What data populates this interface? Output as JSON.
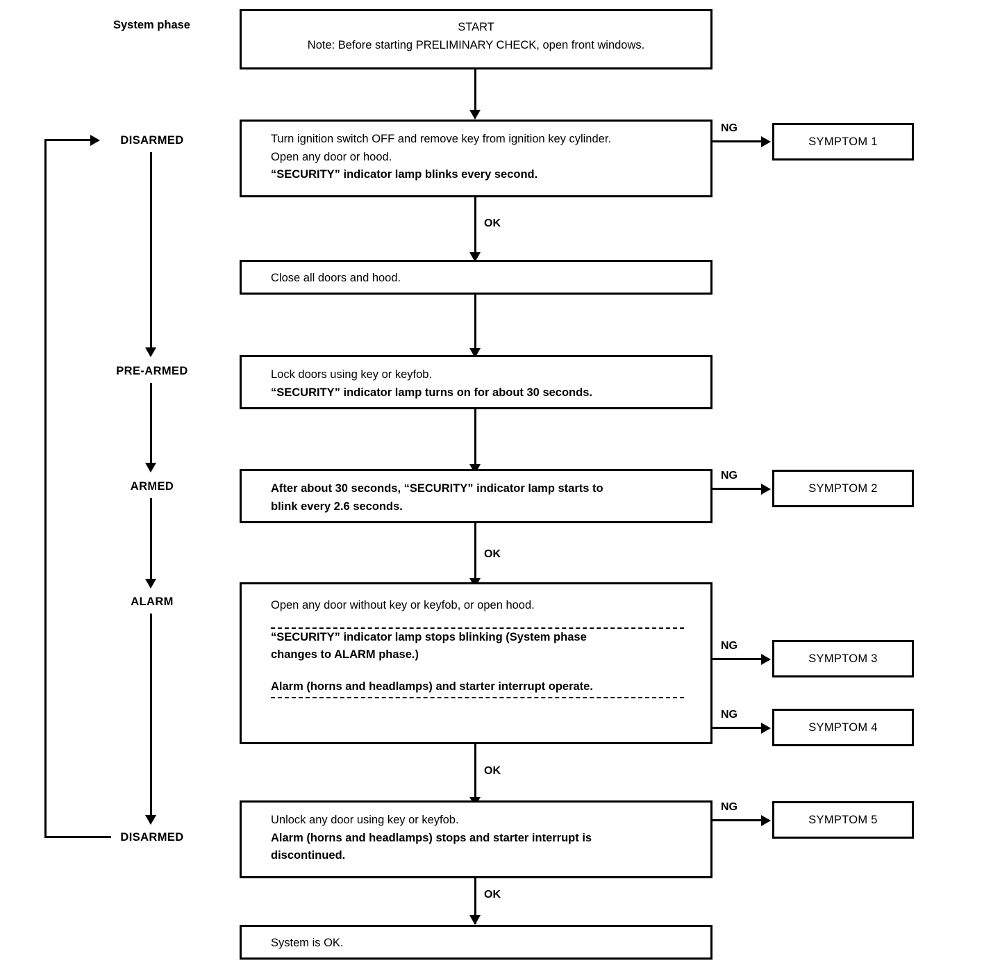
{
  "diagram": {
    "header": {
      "system_phase_label": "System phase"
    },
    "phases": [
      {
        "id": "disarmed-top",
        "label": "DISARMED"
      },
      {
        "id": "pre-armed",
        "label": "PRE-ARMED"
      },
      {
        "id": "armed",
        "label": "ARMED"
      },
      {
        "id": "alarm",
        "label": "ALARM"
      },
      {
        "id": "disarmed-bottom",
        "label": "DISARMED"
      }
    ],
    "nodes": {
      "start": {
        "lines": [
          {
            "text": "START",
            "bold": false
          },
          {
            "text": "Note: Before starting PRELIMINARY CHECK, open front windows.",
            "bold": false
          }
        ]
      },
      "step1": {
        "lines": [
          {
            "text": "Turn ignition switch OFF and remove key from ignition key cylinder.",
            "bold": false
          },
          {
            "text": "Open any door or hood.",
            "bold": false
          },
          {
            "text": "“SECURITY” indicator lamp blinks every second.",
            "bold": true
          }
        ]
      },
      "step2": {
        "lines": [
          {
            "text": "Close all doors and hood.",
            "bold": false
          }
        ]
      },
      "step3": {
        "lines": [
          {
            "text": "Lock doors using key or keyfob.",
            "bold": false
          },
          {
            "text": "“SECURITY” indicator lamp turns on for about 30 seconds.",
            "bold": true
          }
        ]
      },
      "step4": {
        "lines": [
          {
            "text": "After about 30 seconds, “SECURITY” indicator lamp starts to",
            "bold": true
          },
          {
            "text": "blink every 2.6 seconds.",
            "bold": true
          }
        ]
      },
      "step5": {
        "sections": [
          {
            "lines": [
              {
                "text": "Open any door without key or keyfob, or open hood.",
                "bold": false
              }
            ]
          },
          {
            "lines": [
              {
                "text": "“SECURITY” indicator lamp stops blinking (System phase",
                "bold": true
              },
              {
                "text": "changes to ALARM phase.)",
                "bold": true
              }
            ]
          },
          {
            "lines": [
              {
                "text": "Alarm (horns and headlamps) and starter interrupt operate.",
                "bold": true
              }
            ]
          }
        ]
      },
      "step6": {
        "lines": [
          {
            "text": "Unlock any door using key or keyfob.",
            "bold": false
          },
          {
            "text": "Alarm (horns and headlamps) stops and starter interrupt is",
            "bold": true
          },
          {
            "text": "discontinued.",
            "bold": true
          }
        ]
      },
      "end": {
        "lines": [
          {
            "text": "System is OK.",
            "bold": false
          }
        ]
      }
    },
    "symptoms": [
      {
        "id": "symptom-1",
        "label": "SYMPTOM 1"
      },
      {
        "id": "symptom-2",
        "label": "SYMPTOM 2"
      },
      {
        "id": "symptom-3",
        "label": "SYMPTOM 3"
      },
      {
        "id": "symptom-4",
        "label": "SYMPTOM 4"
      },
      {
        "id": "symptom-5",
        "label": "SYMPTOM 5"
      }
    ],
    "edge_labels": {
      "ok": "OK",
      "ng": "NG",
      "ok_1": "OK",
      "ok_2": "OK",
      "ok_3": "OK",
      "ok_4": "OK",
      "ng_1": "NG",
      "ng_2": "NG",
      "ng_3": "NG",
      "ng_4": "NG",
      "ng_5": "NG"
    },
    "colors": {
      "stroke": "#000000",
      "background": "#ffffff",
      "text": "#000000"
    }
  }
}
